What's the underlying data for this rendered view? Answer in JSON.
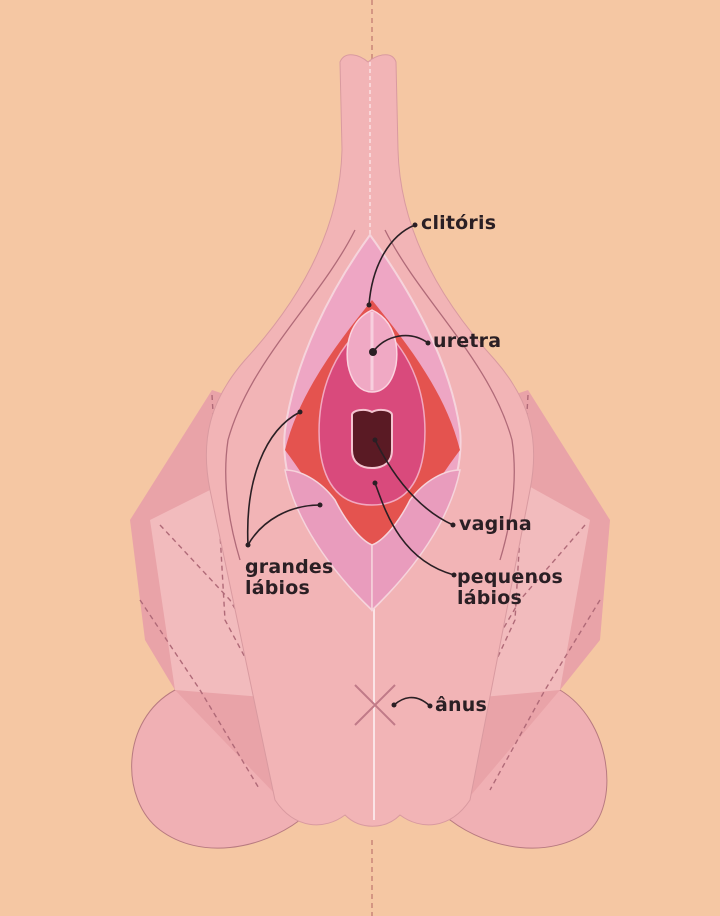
{
  "diagram": {
    "type": "anatomical-illustration",
    "subject": "paper pop-up model of external female genitalia",
    "colors": {
      "background": "#f5c7a3",
      "outer_paper": "#f2b3b3",
      "outer_paper_shade": "#e7a1a4",
      "labia_majora_inner": "#eea6c4",
      "vestibule_red": "#e4534f",
      "labia_minora": "#d94a7c",
      "urethra_area": "#f0a9c4",
      "vaginal_opening": "#5a1a24",
      "label_text": "#2a1f24",
      "leader_line": "#2a1f24"
    }
  },
  "labels": {
    "clitoris": {
      "text": "clitóris"
    },
    "urethra": {
      "text": "uretra"
    },
    "labia_majora": {
      "line1": "grandes",
      "line2": "lábios"
    },
    "vagina": {
      "text": "vagina"
    },
    "labia_minora": {
      "line1": "pequenos",
      "line2": "lábios"
    },
    "anus": {
      "text": "ânus"
    }
  }
}
